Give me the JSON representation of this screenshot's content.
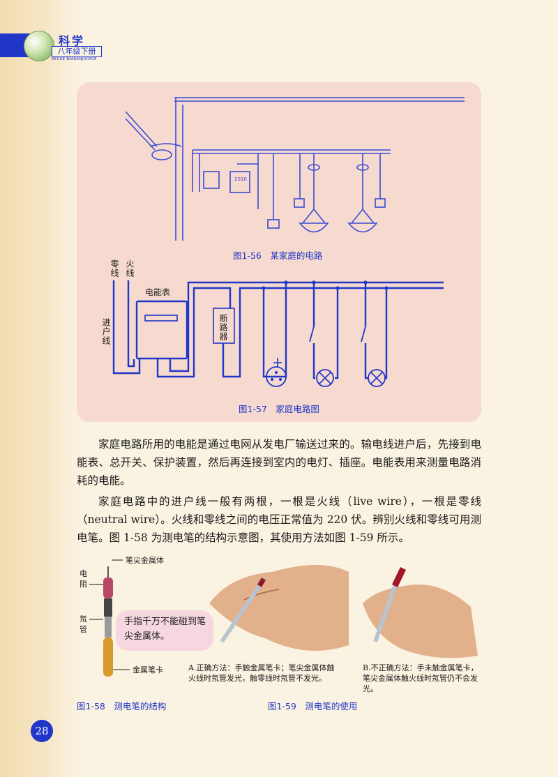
{
  "header": {
    "subject": "科学",
    "grade": "八年级下册",
    "pinyin": "KEXUE BANIANJIXIACE"
  },
  "figure_1_56": {
    "caption": "图1-56　某家庭的电路",
    "meter_label": "2010"
  },
  "figure_1_57": {
    "caption": "图1-57　家庭电路图",
    "neutral_label": "零线",
    "live_label": "火线",
    "incoming_label": "进户线",
    "meter_label": "电能表",
    "breaker_label": "断路器"
  },
  "body": {
    "paragraph_1": "家庭电路所用的电能是通过电网从发电厂输送过来的。输电线进户后，先接到电能表、总开关、保护装置，然后再连接到室内的电灯、插座。电能表用来测量电路消耗的电能。",
    "paragraph_2": "家庭电路中的进户线一般有两根，一根是火线（live wire），一根是零线（neutral wire）。火线和零线之间的电压正常值为 220 伏。辨别火线和零线可用测电笔。图 1-58 为测电笔的结构示意图，其使用方法如图 1-59 所示。"
  },
  "figure_1_58": {
    "caption": "图1-58　测电笔的结构",
    "tip_label": "笔尖金属体",
    "resistor_label": "电阻",
    "neon_label": "氖管",
    "clip_label": "金属笔卡",
    "warning": "手指千万不能碰到笔尖金属体。"
  },
  "figure_1_59": {
    "caption": "图1-59　测电笔的使用",
    "correct": "A.正确方法：手触金属笔卡；笔尖金属体触火线时氖管发光，触零线时氖管不发光。",
    "incorrect": "B.不正确方法：手未触金属笔卡，笔尖金属体触火线时氖管仍不会发光。"
  },
  "page_number": "28",
  "colors": {
    "accent": "#1f36c8",
    "panel": "#f6d9cf",
    "bubble": "#f6d6df",
    "paper": "#fbf3e2"
  }
}
